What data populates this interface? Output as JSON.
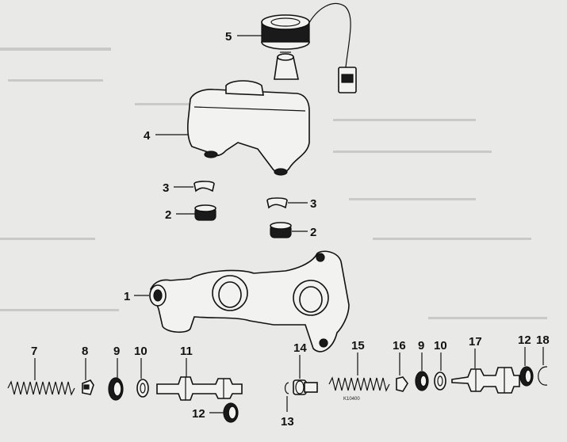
{
  "callouts": {
    "c1": "1",
    "c2a": "2",
    "c2b": "2",
    "c3a": "3",
    "c3b": "3",
    "c4": "4",
    "c5": "5",
    "c7": "7",
    "c8": "8",
    "c9a": "9",
    "c9b": "9",
    "c10a": "10",
    "c10b": "10",
    "c11": "11",
    "c12a": "12",
    "c12b": "12",
    "c13": "13",
    "c14": "14",
    "c15": "15",
    "c16": "16",
    "c17": "17",
    "c18": "18"
  },
  "stamp": "K10400"
}
